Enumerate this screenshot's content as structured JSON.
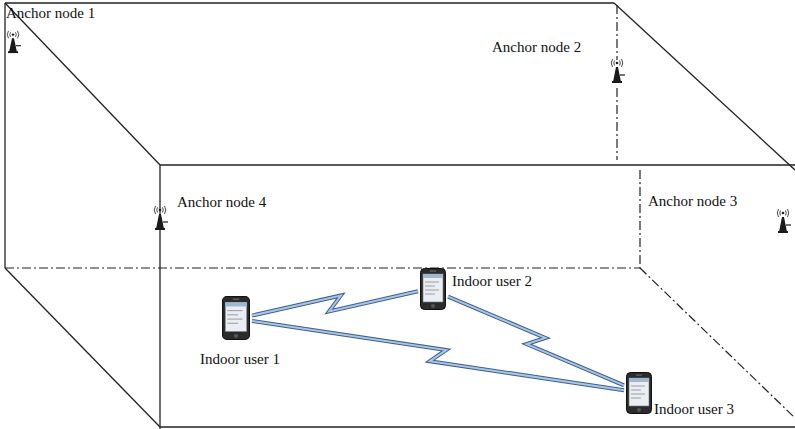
{
  "diagram": {
    "nodes": [
      {
        "text": [
          "Anchor node 1"
        ]
      },
      {
        "text": [
          "Anchor node 2"
        ]
      },
      {
        "text": [
          "Anchor node 4"
        ]
      },
      {
        "text": [
          "Anchor node 3"
        ]
      },
      {
        "text": [
          "Indoor user 2"
        ]
      },
      {
        "text": [
          "Indoor user 1"
        ]
      },
      {
        "text": [
          "Indoor user 3"
        ]
      }
    ],
    "edges": [
      {
        "from": 5,
        "to": 4,
        "arrow": "none"
      },
      {
        "from": 4,
        "to": 6,
        "arrow": "none"
      },
      {
        "from": 5,
        "to": 6,
        "arrow": "none"
      }
    ]
  }
}
